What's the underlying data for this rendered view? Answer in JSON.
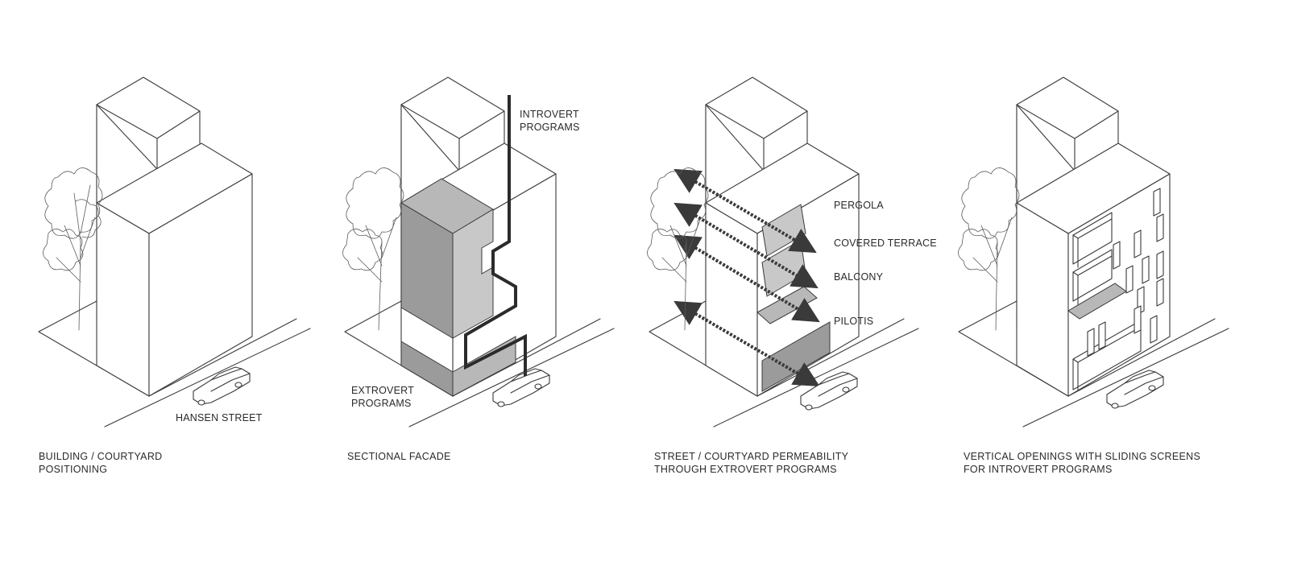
{
  "panels": [
    {
      "caption_lines": [
        "BUILDING / COURTYARD",
        "POSITIONING"
      ],
      "labels": [
        "HANSEN STREET"
      ]
    },
    {
      "caption_lines": [
        "SECTIONAL FACADE"
      ],
      "labels": [
        "INTROVERT",
        "PROGRAMS",
        "EXTROVERT",
        "PROGRAMS"
      ]
    },
    {
      "caption_lines": [
        "STREET / COURTYARD  PERMEABILITY",
        "THROUGH  EXTROVERT PROGRAMS"
      ],
      "labels": [
        "PERGOLA",
        "COVERED TERRACE",
        "BALCONY",
        "PILOTIS"
      ]
    },
    {
      "caption_lines": [
        "VERTICAL OPENINGS WITH SLIDING SCREENS",
        "FOR INTROVERT PROGRAMS"
      ],
      "labels": []
    }
  ],
  "colors": {
    "line": "#3a3a3a",
    "dark_fill": "#9b9b9b",
    "mid_fill": "#b8b8b8",
    "light_fill": "#c8c8c8",
    "arrow": "#3a3a3a"
  }
}
